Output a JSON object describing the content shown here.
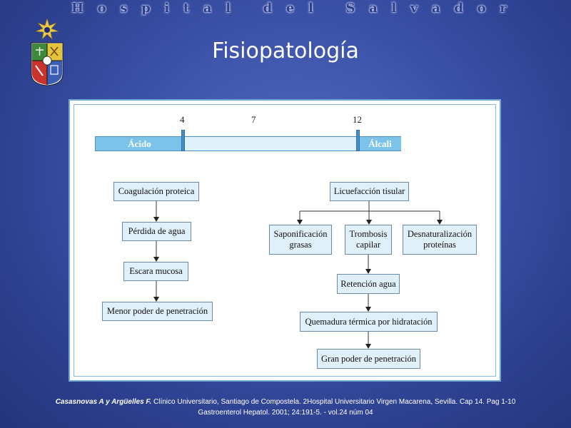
{
  "header": {
    "letters": [
      "H",
      "o",
      "s",
      "p",
      "i",
      "t",
      "a",
      "l",
      "",
      "d",
      "e",
      "l",
      "",
      "S",
      "a",
      "l",
      "v",
      "a",
      "d",
      "o",
      "r"
    ]
  },
  "title": "Fisiopatología",
  "scale": {
    "tick_4": "4",
    "tick_7": "7",
    "tick_12": "12",
    "acid_label": "Ácido",
    "alkali_label": "Álcali"
  },
  "diagram": {
    "acid_path": {
      "coagulation": "Coagulación proteica",
      "water_loss": "Pérdida de agua",
      "eschar": "Escara mucosa",
      "low_penetration": "Menor poder de penetración"
    },
    "alkali_path": {
      "liquefaction": "Licuefacción tisular",
      "saponification": "Saponificación\ngrasas",
      "thrombosis": "Trombosis\ncapilar",
      "denaturation": "Desnaturalización\nproteínas",
      "water_retention": "Retención agua",
      "thermal_burn": "Quemadura térmica por hidratación",
      "high_penetration": "Gran poder de penetración"
    }
  },
  "footer": {
    "authors": "Casasnovas A y Argüelles F.",
    "line1_rest": " Clínico Universitario, Santiago de Compostela. 2Hospital Universitario Virgen Macarena, Sevilla. Cap 14. Pag 1-10",
    "line2": "Gastroenterol Hepatol. 2001; 24:191-5. - vol.24 núm 04"
  },
  "colors": {
    "background": "#3a50a6",
    "node_fill": "#dff0f9",
    "scale_accent": "#7cc3ea"
  }
}
